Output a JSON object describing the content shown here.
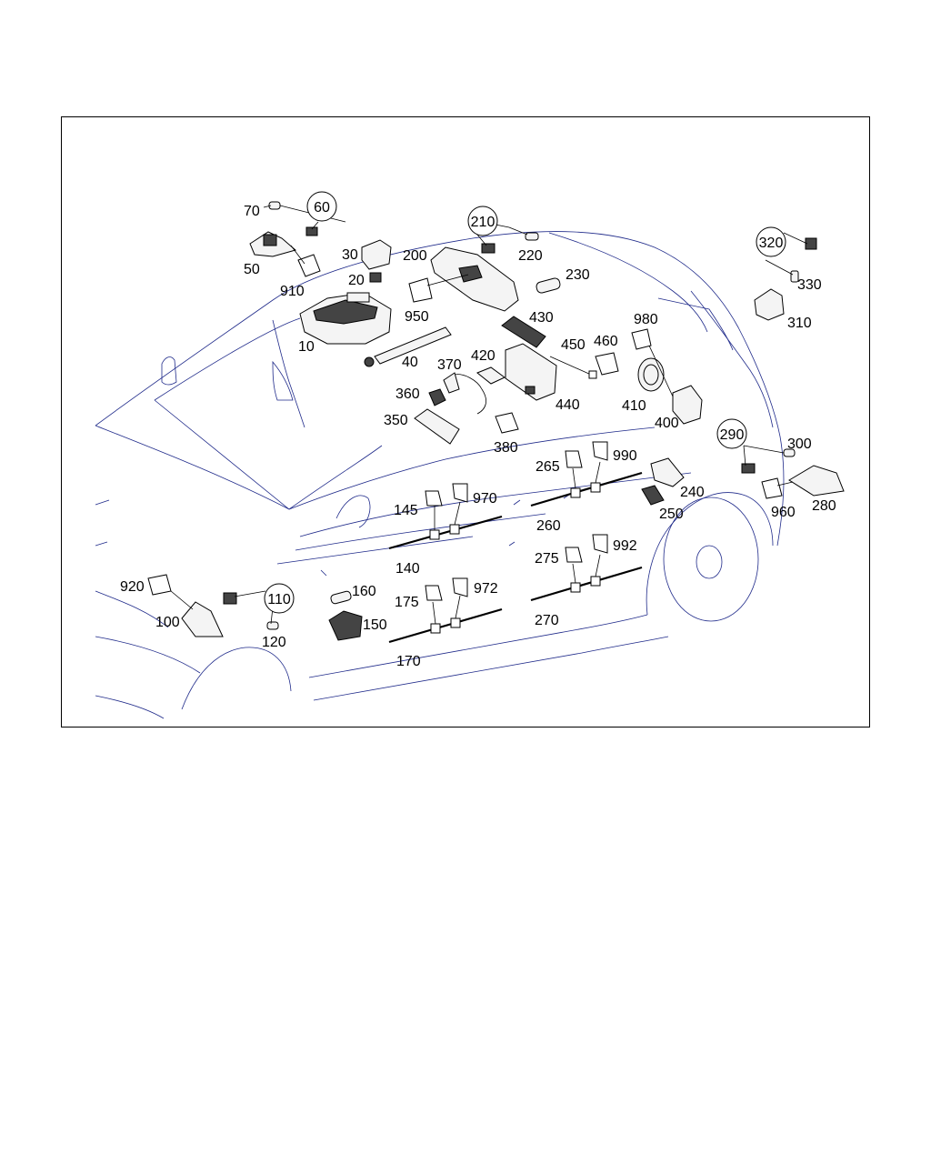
{
  "diagram": {
    "callouts": [
      "10",
      "20",
      "30",
      "40",
      "50",
      "70",
      "100",
      "120",
      "140",
      "145",
      "150",
      "160",
      "170",
      "175",
      "200",
      "220",
      "230",
      "240",
      "250",
      "260",
      "265",
      "270",
      "275",
      "280",
      "300",
      "310",
      "330",
      "350",
      "360",
      "370",
      "380",
      "400",
      "410",
      "420",
      "430",
      "440",
      "450",
      "460",
      "910",
      "920",
      "950",
      "960",
      "970",
      "972",
      "980",
      "990",
      "992"
    ],
    "group_callouts": [
      "60",
      "110",
      "210",
      "290",
      "320"
    ]
  }
}
